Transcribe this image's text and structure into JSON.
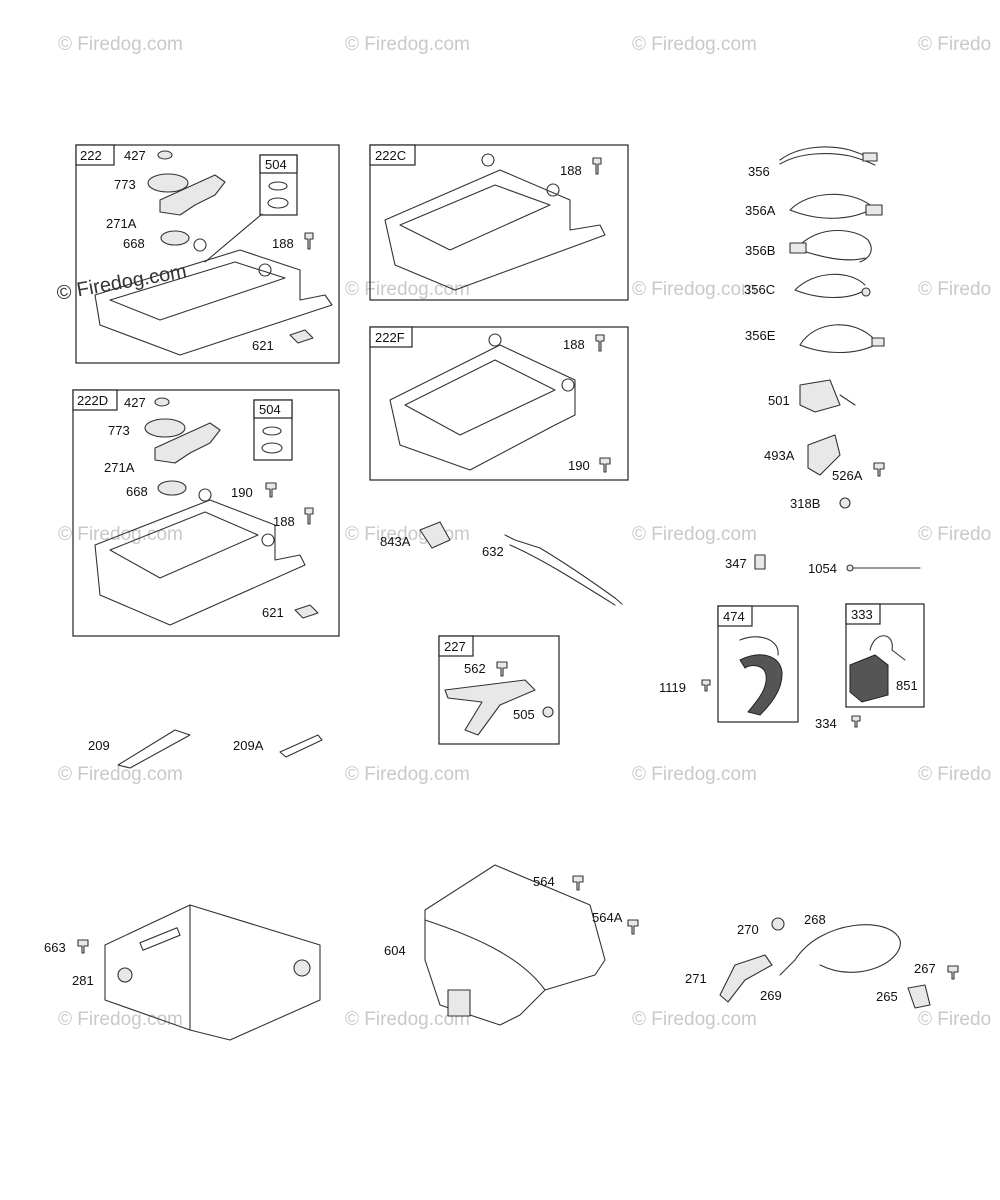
{
  "watermarks": [
    {
      "text": "© Firedog.com"
    },
    {
      "text": "© Firedog.com"
    },
    {
      "text": "© Firedog.com"
    },
    {
      "text": "© Firedo"
    },
    {
      "text": "© Firedog.com"
    },
    {
      "text": "© Firedog.com"
    },
    {
      "text": "© Firedog.com"
    },
    {
      "text": "© Firedo"
    },
    {
      "text": "© Firedog.com"
    },
    {
      "text": "© Firedog.com"
    },
    {
      "text": "© Firedog.com"
    },
    {
      "text": "© Firedo"
    },
    {
      "text": "© Firedog.com"
    },
    {
      "text": "© Firedog.com"
    },
    {
      "text": "© Firedog.com"
    },
    {
      "text": "© Firedo"
    },
    {
      "text": "© Firedog.com"
    },
    {
      "text": "© Firedog.com"
    },
    {
      "text": "© Firedog.com"
    },
    {
      "text": "© Firedo"
    }
  ],
  "watermark_dark": "© Firedog.com",
  "group_tags": {
    "g222": "222",
    "g504a": "504",
    "g222c": "222C",
    "g222f": "222F",
    "g222d": "222D",
    "g504b": "504",
    "g227": "227",
    "g474": "474",
    "g333": "333"
  },
  "labels": {
    "l427a": "427",
    "l773a": "773",
    "l271aa": "271A",
    "l668a": "668",
    "l188a": "188",
    "l621a": "621",
    "l188c": "188",
    "l188f": "188",
    "l190f": "190",
    "l427d": "427",
    "l773d": "773",
    "l271ad": "271A",
    "l668d": "668",
    "l190d": "190",
    "l188d": "188",
    "l621d": "621",
    "l356": "356",
    "l356a": "356A",
    "l356b": "356B",
    "l356c": "356C",
    "l356e": "356E",
    "l501": "501",
    "l493a": "493A",
    "l526a": "526A",
    "l318b": "318B",
    "l843a": "843A",
    "l632": "632",
    "l347": "347",
    "l1054": "1054",
    "l562": "562",
    "l505": "505",
    "l1119": "1119",
    "l851": "851",
    "l334": "334",
    "l209": "209",
    "l209a": "209A",
    "l564": "564",
    "l564a": "564A",
    "l604": "604",
    "l663": "663",
    "l281": "281",
    "l270": "270",
    "l268": "268",
    "l271": "271",
    "l269": "269",
    "l267": "267",
    "l265": "265"
  }
}
